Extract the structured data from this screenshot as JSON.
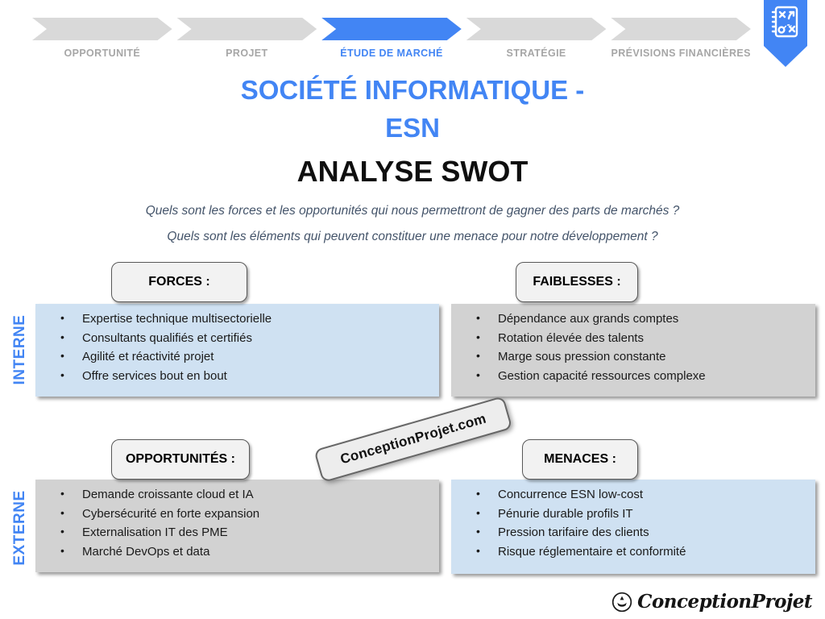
{
  "stepper": {
    "steps": [
      {
        "label": "OPPORTUNITÉ",
        "active": false
      },
      {
        "label": "PROJET",
        "active": false
      },
      {
        "label": "ÉTUDE DE MARCHÉ",
        "active": true
      },
      {
        "label": "STRATÉGIE",
        "active": false
      },
      {
        "label": "PRÉVISIONS FINANCIÈRES",
        "active": false
      }
    ],
    "active_step": "ÉTUDE DE MARCHÉ"
  },
  "badge": {
    "icon": "strategy-playbook-icon"
  },
  "title": {
    "line1": "SOCIÉTÉ INFORMATIQUE -",
    "line2": "ESN",
    "subtitle": "ANALYSE SWOT"
  },
  "questions": [
    "Quels sont les forces et les opportunités qui nous permettront de gagner des parts de marchés ?",
    "Quels sont les éléments qui peuvent constituer une menace pour notre développement ?"
  ],
  "axis": {
    "internal": "INTERNE",
    "external": "EXTERNE"
  },
  "quadrants": {
    "forces": {
      "label": "FORCES :",
      "items": [
        "Expertise technique multisectorielle",
        "Consultants qualifiés et certifiés",
        "Agilité et réactivité projet",
        "Offre services bout en bout"
      ]
    },
    "faiblesses": {
      "label": "FAIBLESSES :",
      "items": [
        "Dépendance aux grands comptes",
        "Rotation élevée des talents",
        "Marge sous pression constante",
        "Gestion capacité ressources complexe"
      ]
    },
    "opportunites": {
      "label": "OPPORTUNITÉS :",
      "items": [
        "Demande croissante cloud et IA",
        "Cybersécurité en forte expansion",
        "Externalisation IT des PME",
        "Marché DevOps et data"
      ]
    },
    "menaces": {
      "label": "MENACES :",
      "items": [
        "Concurrence ESN low-cost",
        "Pénurie durable profils IT",
        "Pression tarifaire des clients",
        "Risque réglementaire et conformité"
      ]
    }
  },
  "watermark": "ConceptionProjet.com",
  "footer": {
    "logo_text": "ConceptionProjet",
    "logo_icon": "hand-rocket-icon"
  },
  "colors": {
    "accent_blue": "#4285F4",
    "step_inactive": "#D9D9D9",
    "step_label_inactive": "#A6A6A6",
    "quadrant_blue": "#CFE1F2",
    "quadrant_gray": "#D2D2D2",
    "pill_fill": "#F2F2F2",
    "question_text": "#44546A"
  }
}
